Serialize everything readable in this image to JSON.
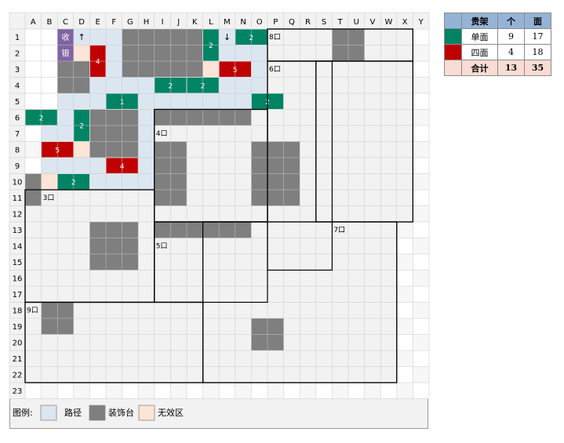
{
  "columns": [
    "A",
    "B",
    "C",
    "D",
    "E",
    "F",
    "G",
    "H",
    "I",
    "J",
    "K",
    "L",
    "M",
    "N",
    "O",
    "P",
    "Q",
    "R",
    "S",
    "T",
    "U",
    "V",
    "W",
    "X",
    "Y"
  ],
  "rows": [
    "1",
    "2",
    "3",
    "4",
    "5",
    "6",
    "7",
    "8",
    "9",
    "10",
    "11",
    "12",
    "13",
    "14",
    "15",
    "16",
    "17",
    "18",
    "19",
    "20",
    "21",
    "22",
    "23"
  ],
  "colors": {
    "path": "#dce6f1",
    "decor": "#7f7f7f",
    "invalid": "#fce4d6",
    "single_shelf": "#008463",
    "four_shelf": "#c00000",
    "cashier": "#8064a2",
    "region_fill": "#f2f2f2",
    "shaded_cell": "#f2f2f2",
    "header_fill": "#95b3d7",
    "total_fill": "#f9dcd4"
  },
  "region_labels": [
    "8口",
    "6口",
    "4口",
    "3口",
    "5口",
    "7口",
    "9口"
  ],
  "cashier": [
    "收",
    "银"
  ],
  "arrows": [
    "↑",
    "↓"
  ],
  "shelf_labels": [
    "2",
    "4",
    "2",
    "5",
    "2",
    "2",
    "1",
    "2",
    "2",
    "2",
    "5",
    "4",
    "2"
  ],
  "legend": {
    "title": "图例:",
    "path": "路径",
    "decor": "装饰台",
    "invalid": "无效区"
  },
  "summary": {
    "header": [
      "贵架",
      "个",
      "面"
    ],
    "rows": [
      {
        "name": "单面",
        "count": "9",
        "faces": "17"
      },
      {
        "name": "四面",
        "count": "4",
        "faces": "18"
      }
    ],
    "total": {
      "name": "合计",
      "count": "13",
      "faces": "35"
    }
  }
}
